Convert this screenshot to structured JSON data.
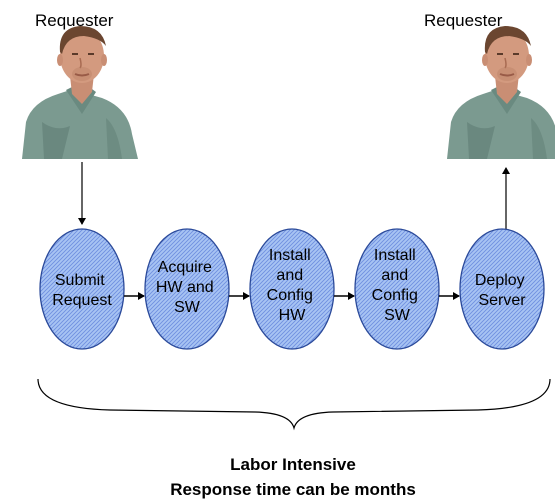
{
  "requesters": {
    "left_label": "Requester",
    "right_label": "Requester"
  },
  "steps": [
    {
      "lines": [
        "Submit",
        "Request"
      ]
    },
    {
      "lines": [
        "Acquire",
        "HW and",
        "SW"
      ]
    },
    {
      "lines": [
        "Install",
        "and",
        "Config",
        "HW"
      ]
    },
    {
      "lines": [
        "Install",
        "and",
        "Config",
        "SW"
      ]
    },
    {
      "lines": [
        "Deploy",
        "Server"
      ]
    }
  ],
  "footer": {
    "line1": "Labor Intensive",
    "line2": "Response time can be months"
  },
  "colors": {
    "ellipse_fill": "#a8c4f3",
    "ellipse_stroke": "#2b4a9a",
    "ellipse_hatch": "#6f8fe0",
    "arrow": "#000000",
    "text": "#000000"
  },
  "icons": {
    "requester_image": "person-photo-icon"
  }
}
